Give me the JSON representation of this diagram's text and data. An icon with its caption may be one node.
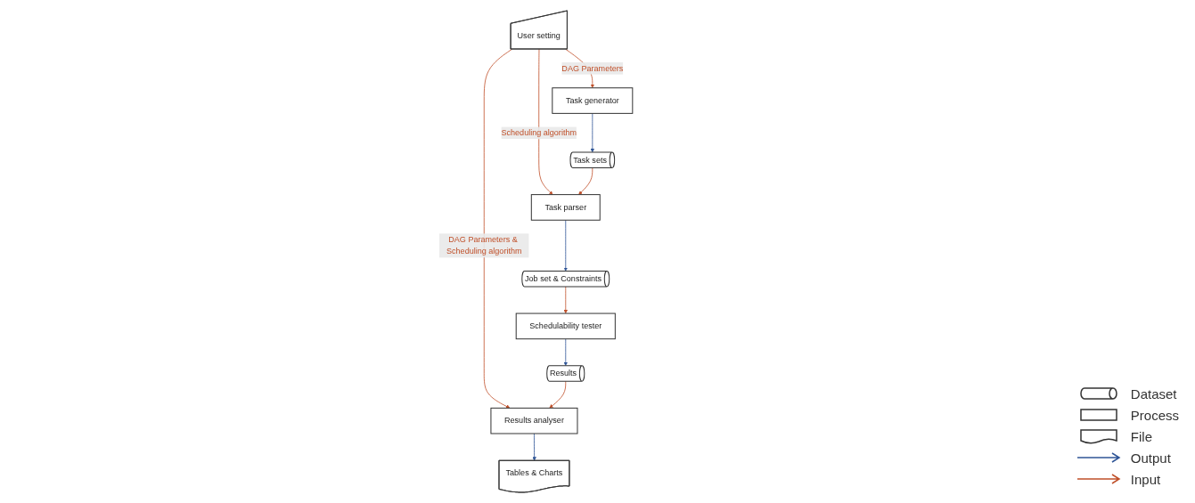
{
  "diagram": {
    "nodes": [
      {
        "text": [
          "User setting"
        ]
      },
      {
        "text": [
          "Task generator"
        ]
      },
      {
        "text": [
          "Task parser"
        ]
      },
      {
        "text": [
          "Schedulability tester"
        ]
      },
      {
        "text": [
          "Results analyser"
        ]
      },
      {
        "text": [
          "Tables & Charts"
        ]
      },
      {
        "text": [
          "Task sets"
        ]
      },
      {
        "text": [
          "Job set & Constraints"
        ]
      },
      {
        "text": [
          "Results"
        ]
      }
    ],
    "edges": [
      {
        "from": 0,
        "to": 1,
        "arrow": "to",
        "label": "DAG Parameters"
      },
      {
        "from": 0,
        "to": 2,
        "arrow": "to",
        "label": "Scheduling algorithm"
      },
      {
        "from": 0,
        "to": 4,
        "arrow": "to",
        "label": "DAG Parameters & Scheduling algorithm"
      },
      {
        "from": 4,
        "to": 5,
        "arrow": "to",
        "color": "#2f5597"
      },
      {
        "from": 1,
        "to": 6,
        "arrow": "to",
        "color": "#2f5597"
      },
      {
        "from": 6,
        "to": 2,
        "arrow": "to"
      },
      {
        "from": 2,
        "to": 7,
        "arrow": "to",
        "color": "#2f5597"
      },
      {
        "from": 7,
        "to": 3,
        "arrow": "to"
      },
      {
        "from": 3,
        "to": 8,
        "arrow": "to",
        "color": "#2f5597"
      },
      {
        "from": 8,
        "to": 4,
        "arrow": "to"
      }
    ],
    "legend": [
      {
        "text": "Dataset"
      },
      {
        "text": "Process"
      },
      {
        "text": "File"
      },
      {
        "text": "Output"
      },
      {
        "text": "Input"
      }
    ]
  }
}
